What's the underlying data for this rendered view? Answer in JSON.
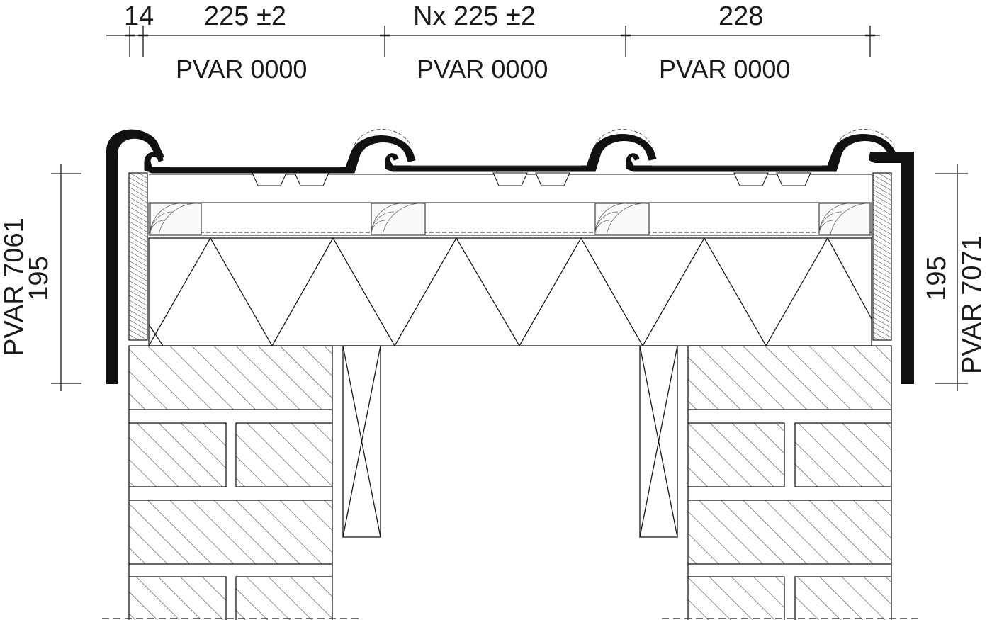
{
  "dimensions": {
    "top": {
      "overhang": "14",
      "first_tile": "225 ±2",
      "middle_tiles": "Nx 225 ±2",
      "last_tile": "228"
    },
    "left_height": "195",
    "right_height": "195"
  },
  "tile_codes": [
    "PVAR 0000",
    "PVAR 0000",
    "PVAR 0000"
  ],
  "verge_codes": {
    "left": "PVAR 7061",
    "right": "PVAR 7071"
  },
  "colors": {
    "line": "#1a1a1a",
    "fill_dark": "#111111",
    "hatch": "#444444",
    "background": "#ffffff"
  }
}
